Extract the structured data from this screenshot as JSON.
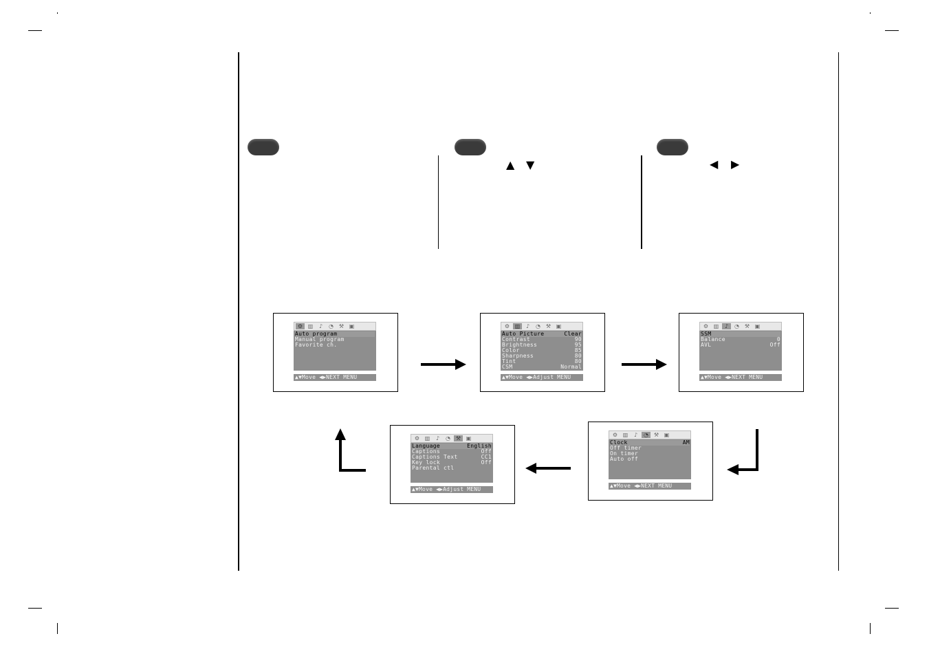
{
  "steps": {
    "step1_up_down_arrows": [
      "▲",
      "▼"
    ],
    "step3_left_right_arrows": [
      "◀",
      "▶"
    ]
  },
  "screens": [
    {
      "icons": [
        "setup-icon",
        "picture-icon",
        "sound-icon",
        "time-icon",
        "special-icon",
        "screen-icon"
      ],
      "active": 0,
      "rows": [
        {
          "label": "Auto program",
          "value": "",
          "selected": true
        },
        {
          "label": "Manual program",
          "value": "",
          "selected": false
        },
        {
          "label": "Favorite ch.",
          "value": "",
          "selected": false
        }
      ],
      "footer": "▲▼Move ◀▶NEXT MENU"
    },
    {
      "icons": [
        "setup-icon",
        "picture-icon",
        "sound-icon",
        "time-icon",
        "special-icon",
        "screen-icon"
      ],
      "active": 1,
      "rows": [
        {
          "label": "Auto Picture",
          "value": "Clear",
          "selected": true
        },
        {
          "label": "Contrast",
          "value": "90",
          "selected": false
        },
        {
          "label": "Brightness",
          "value": "95",
          "selected": false
        },
        {
          "label": "Color",
          "value": "85",
          "selected": false
        },
        {
          "label": "Sharpness",
          "value": "80",
          "selected": false
        },
        {
          "label": "Tint",
          "value": "80",
          "selected": false
        },
        {
          "label": "CSM",
          "value": "Normal",
          "selected": false
        }
      ],
      "footer": "▲▼Move ◀▶Adjust MENU"
    },
    {
      "icons": [
        "setup-icon",
        "picture-icon",
        "sound-icon",
        "time-icon",
        "special-icon",
        "screen-icon"
      ],
      "active": 2,
      "rows": [
        {
          "label": "SSM",
          "value": "",
          "selected": true
        },
        {
          "label": "Balance",
          "value": "0",
          "selected": false
        },
        {
          "label": "AVL",
          "value": "Off",
          "selected": false
        }
      ],
      "footer": "▲▼Move ◀▶NEXT MENU"
    },
    {
      "icons": [
        "setup-icon",
        "picture-icon",
        "sound-icon",
        "time-icon",
        "special-icon",
        "screen-icon"
      ],
      "active": 3,
      "rows": [
        {
          "label": "Clock",
          "value": "AM",
          "selected": true
        },
        {
          "label": "Off timer",
          "value": "",
          "selected": false
        },
        {
          "label": "On timer",
          "value": "",
          "selected": false
        },
        {
          "label": "Auto off",
          "value": "",
          "selected": false
        }
      ],
      "footer": "▲▼Move ◀▶NEXT MENU"
    },
    {
      "icons": [
        "setup-icon",
        "picture-icon",
        "sound-icon",
        "time-icon",
        "special-icon",
        "screen-icon"
      ],
      "active": 4,
      "rows": [
        {
          "label": "Language",
          "value": "English",
          "selected": true
        },
        {
          "label": "Captions",
          "value": "Off",
          "selected": false
        },
        {
          "label": "Captions Text",
          "value": "CC1",
          "selected": false
        },
        {
          "label": "Key lock",
          "value": "Off",
          "selected": false
        },
        {
          "label": "Parental ctl",
          "value": "",
          "selected": false
        }
      ],
      "footer": "▲▼Move ◀▶Adjust MENU"
    }
  ]
}
